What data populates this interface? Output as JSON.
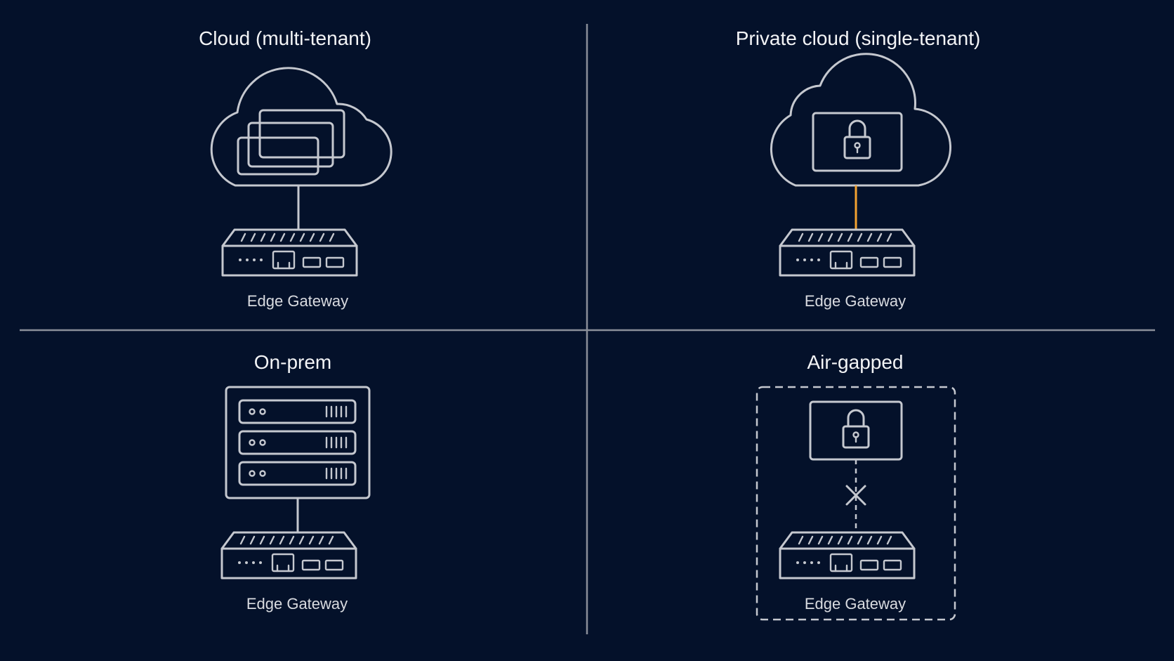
{
  "colors": {
    "background": "#04112a",
    "line": "#c5c8cf",
    "divider": "#8a8f99",
    "accent_link": "#f3a230"
  },
  "quadrants": [
    {
      "id": "cloud",
      "title": "Cloud (multi-tenant)",
      "icon": "cloud-with-stacked-tenants-icon",
      "gateway_label": "Edge Gateway"
    },
    {
      "id": "private",
      "title": "Private cloud (single-tenant)",
      "icon": "cloud-with-lock-icon",
      "gateway_label": "Edge Gateway"
    },
    {
      "id": "onprem",
      "title": "On-prem",
      "icon": "server-rack-icon",
      "gateway_label": "Edge Gateway"
    },
    {
      "id": "airgapped",
      "title": "Air-gapped",
      "icon": "locked-box-disconnected-icon",
      "gateway_label": "Edge Gateway"
    }
  ]
}
